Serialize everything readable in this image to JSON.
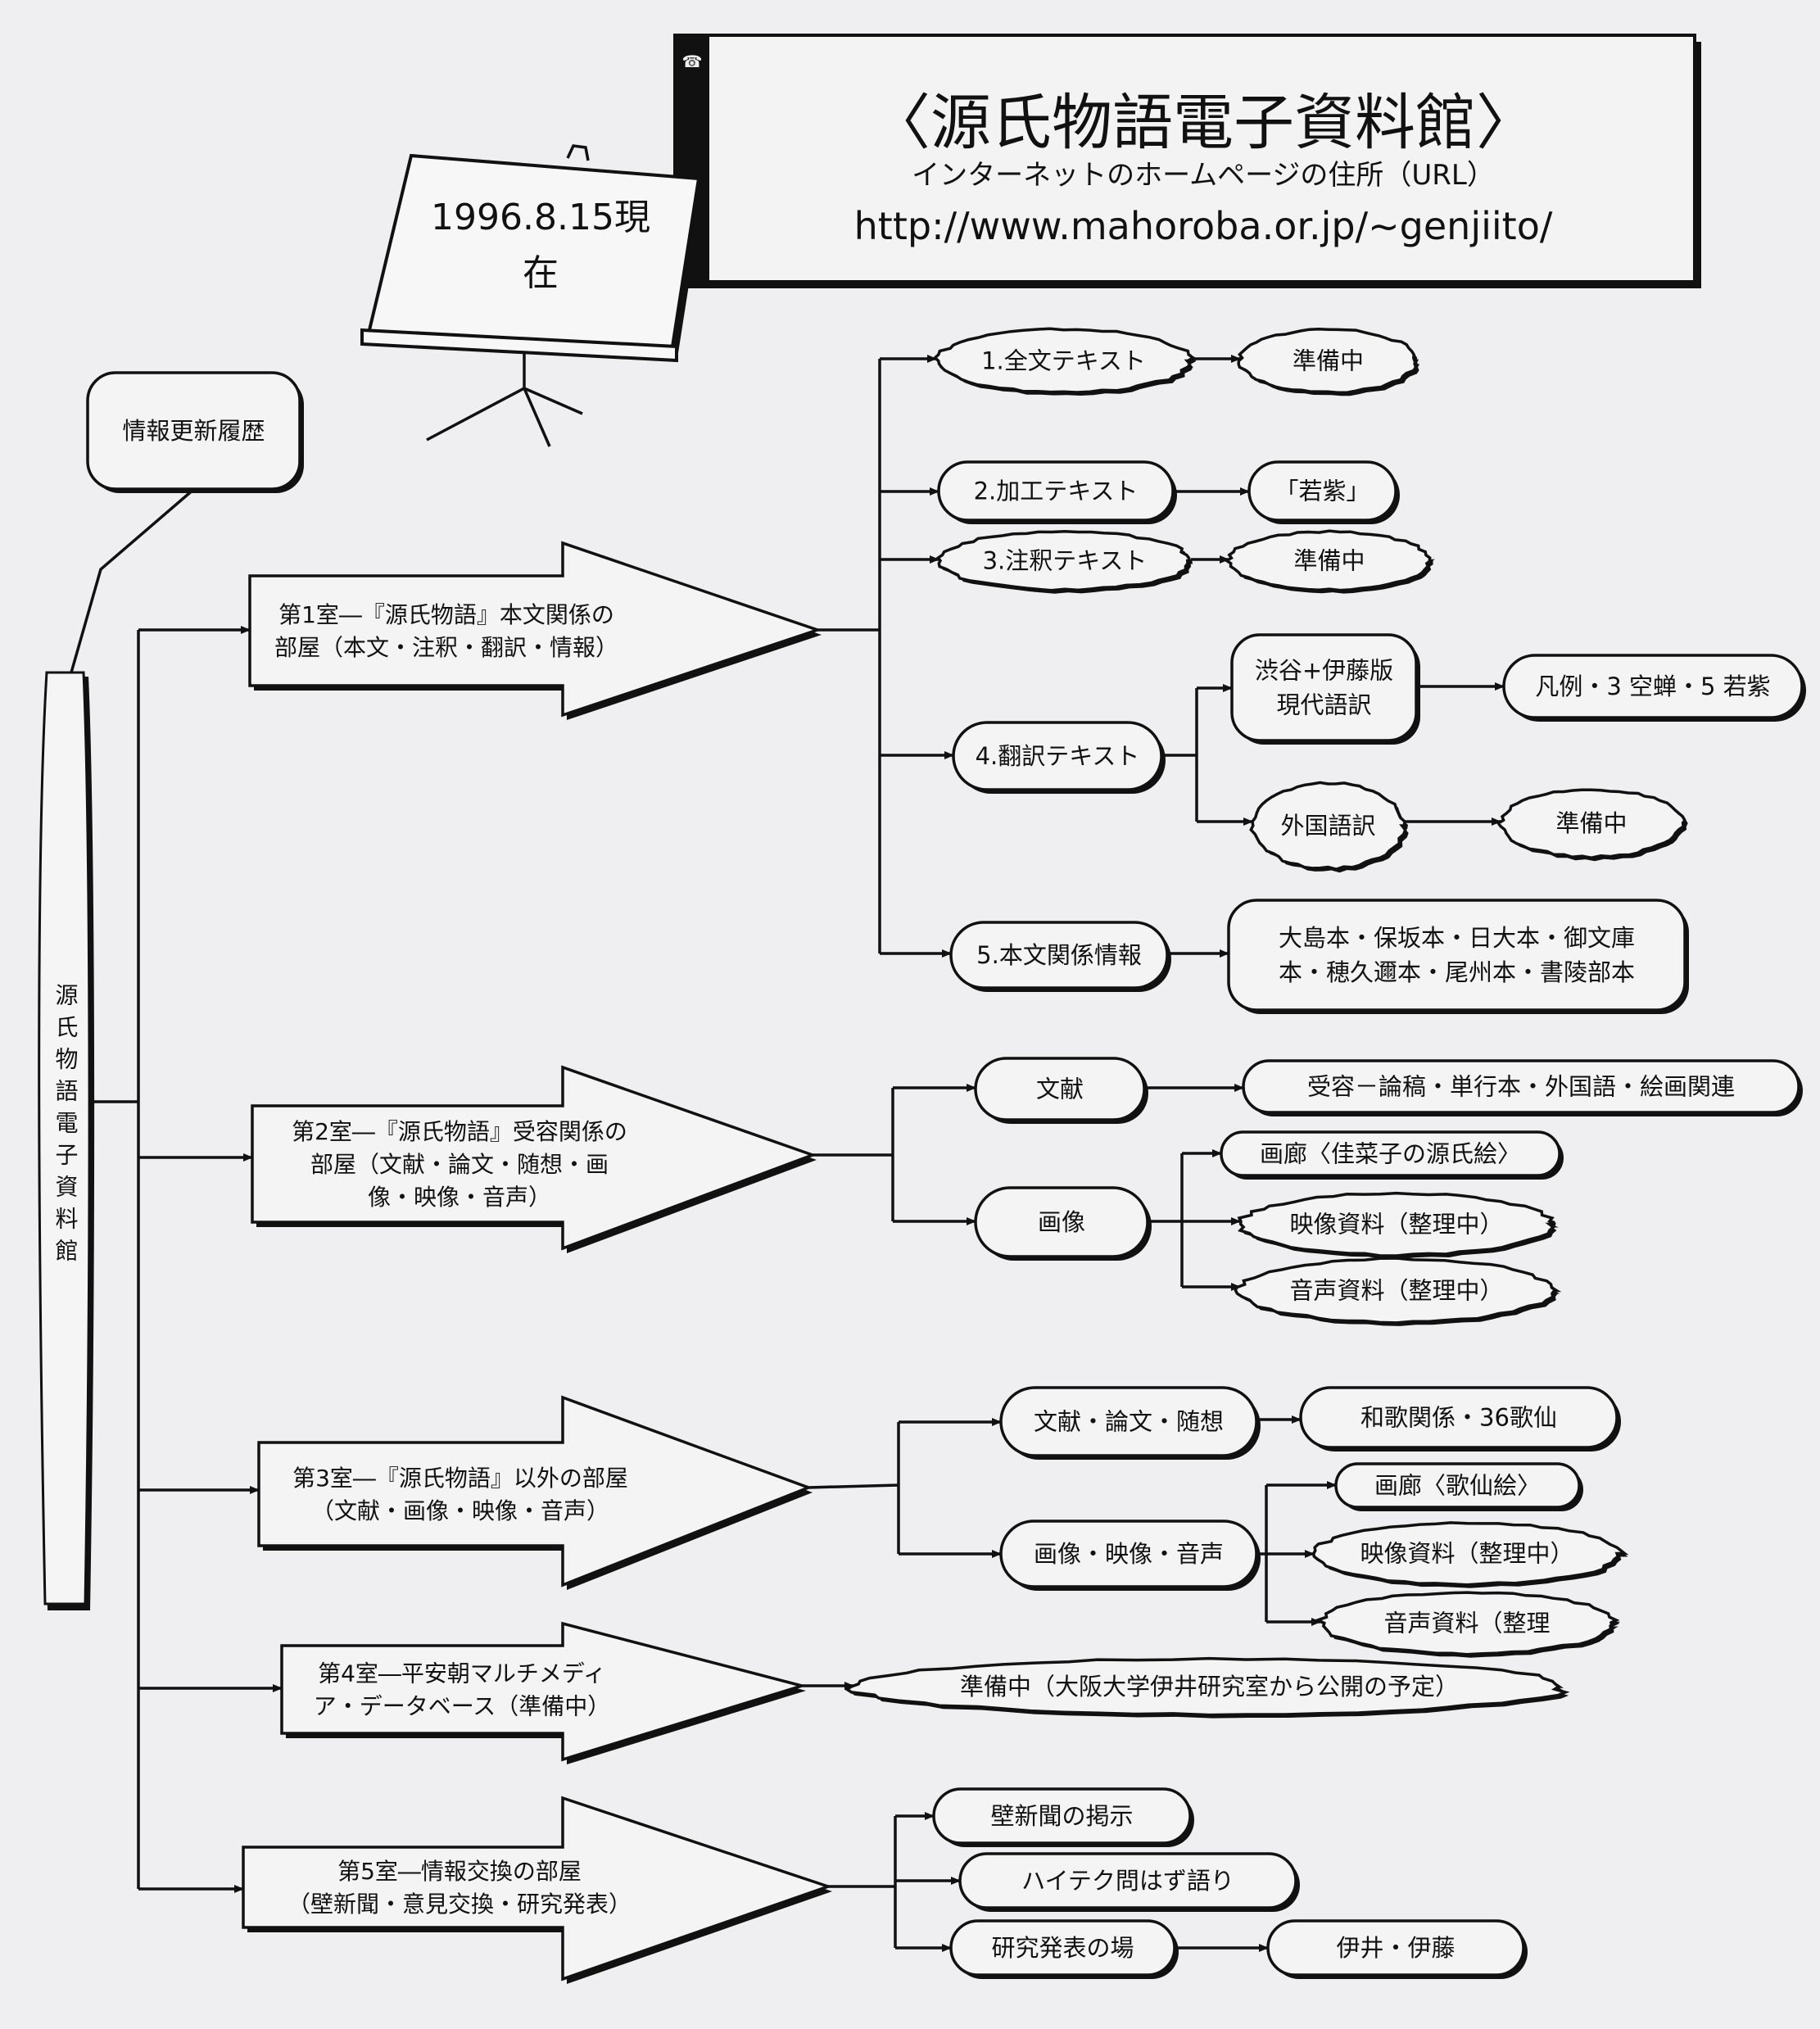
{
  "title": {
    "heading": "〈源氏物語電子資料館〉",
    "subtitle": "インターネットのホームページの住所（URL）",
    "url": "http://www.mahoroba.or.jp/~genjiito/"
  },
  "easel": {
    "line1": "1996.8.15現",
    "line2": "在"
  },
  "update_history": "情報更新履歴",
  "main_label": "源氏物語電子資料館",
  "rooms": [
    {
      "lines": [
        "第1室―『源氏物語』本文関係の",
        "部屋（本文・注釈・翻訳・情報）"
      ],
      "items": {
        "full_text": "1.全文テキスト",
        "full_text_status": "準備中",
        "processed_text": "2.加工テキスト",
        "processed_text_item": "「若紫」",
        "annotated_text": "3.注釈テキスト",
        "annotated_text_status": "準備中",
        "translation_text": "4.翻訳テキスト",
        "modern_translation": [
          "渋谷+伊藤版",
          "現代語訳"
        ],
        "modern_translation_item": "凡例・3 空蝉・5 若紫",
        "foreign_translation": "外国語訳",
        "foreign_translation_status": "準備中",
        "text_info": "5.本文関係情報",
        "text_info_item": [
          "大島本・保坂本・日大本・御文庫",
          "本・穂久邇本・尾州本・書陵部本"
        ]
      }
    },
    {
      "lines": [
        "第2室―『源氏物語』受容関係の",
        "部屋（文献・論文・随想・画",
        "像・映像・音声）"
      ],
      "items": {
        "literature": "文献",
        "literature_item": "受容－論稿・単行本・外国語・絵画関連",
        "images": "画像",
        "gallery": "画廊〈佳菜子の源氏絵〉",
        "video": "映像資料（整理中）",
        "audio": "音声資料（整理中）"
      }
    },
    {
      "lines": [
        "第3室―『源氏物語』以外の部屋",
        "（文献・画像・映像・音声）"
      ],
      "items": {
        "literature": "文献・論文・随想",
        "literature_item": "和歌関係・36歌仙",
        "media": "画像・映像・音声",
        "gallery": "画廊〈歌仙絵〉",
        "video": "映像資料（整理中）",
        "audio": "音声資料（整理"
      }
    },
    {
      "lines": [
        "第4室―平安朝マルチメディ",
        "ア・データベース（準備中）"
      ],
      "items": {
        "status": "準備中（大阪大学伊井研究室から公開の予定）"
      }
    },
    {
      "lines": [
        "第5室―情報交換の部屋",
        "（壁新聞・意見交換・研究発表）"
      ],
      "items": {
        "wall_news": "壁新聞の掲示",
        "hitech": "ハイテク問はず語り",
        "presentation": "研究発表の場",
        "presenters": "伊井・伊藤"
      }
    }
  ]
}
